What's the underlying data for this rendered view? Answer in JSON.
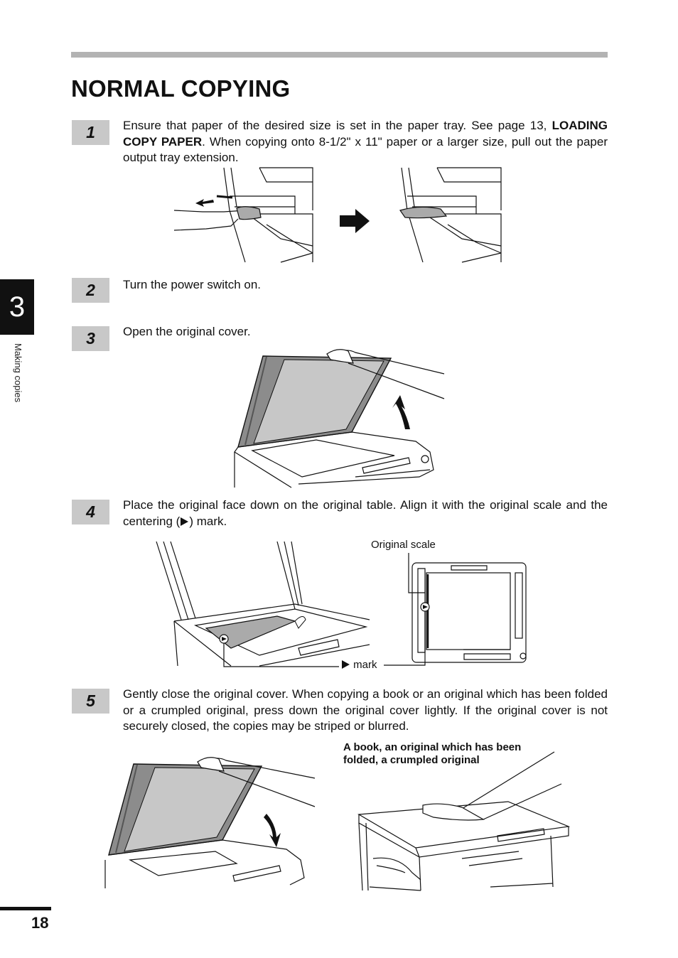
{
  "header": {
    "title": "NORMAL COPYING"
  },
  "chapter": {
    "number": "3",
    "name": "Making copies"
  },
  "steps": [
    {
      "num": "1",
      "pre": "Ensure that paper of the desired size is set in the paper tray. See page 13, ",
      "bold": "LOADING COPY PAPER",
      "post": ". When copying onto 8-1/2\" x 11\" paper or a larger size, pull out the paper output tray extension."
    },
    {
      "num": "2",
      "text": "Turn the power switch on."
    },
    {
      "num": "3",
      "text": "Open the original cover."
    },
    {
      "num": "4",
      "pre": "Place the original face down on the original table. Align it with the original scale and the centering (",
      "post": ") mark."
    },
    {
      "num": "5",
      "text": "Gently close the original cover. When copying a book or an original which has been folded or a crumpled original, press down the original cover lightly. If the original cover is not securely closed, the copies may be striped or blurred."
    }
  ],
  "labels": {
    "original_scale": "Original scale",
    "mark": "mark",
    "book_line1": "A book, an original which has been",
    "book_line2": "folded, a crumpled original"
  },
  "footer": {
    "page_number": "18"
  }
}
